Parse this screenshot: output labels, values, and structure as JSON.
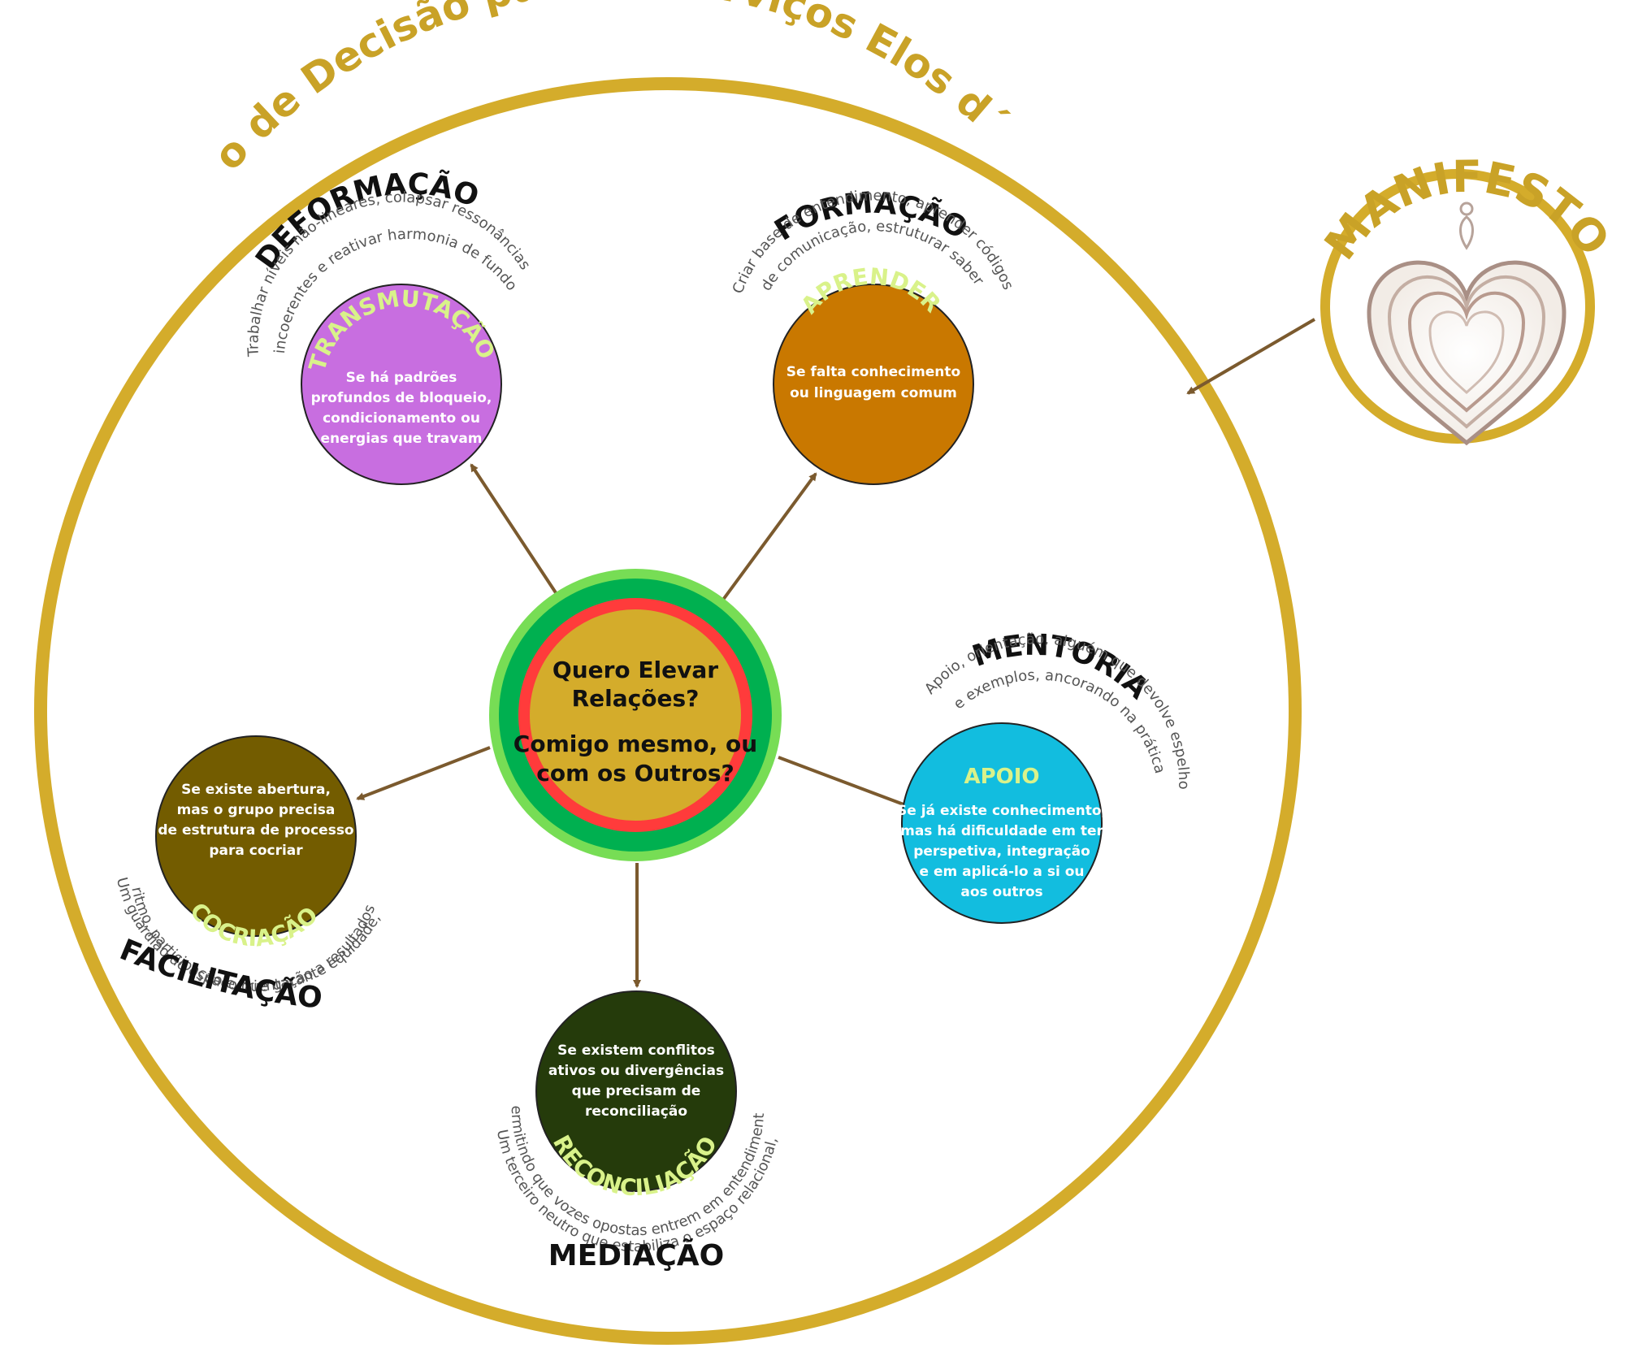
{
  "title": "Fluxo de Decisão para os serviços Elos d´Eros",
  "colors": {
    "gold": "#d4ac2b",
    "title_gold": "#c9a227",
    "arrow": "#7b5a2e",
    "label_green": "#d9f28a",
    "desc_gray": "#555555",
    "center_outer": "#77dd55",
    "center_green": "#00b050",
    "center_red": "#ff3b3b",
    "center_core": "#d4ac2b"
  },
  "center": {
    "line1": "Quero Elevar",
    "line2": "Relações?",
    "line3": "Comigo mesmo, ou",
    "line4": "com os Outros?"
  },
  "manifesto": {
    "label": "MANIFESTO",
    "icon": "heart-icon"
  },
  "services": [
    {
      "id": "deformacao",
      "service": "DEFORMAÇÃO",
      "description_lines": [
        "Trabalhar níveis não-lineares, colapsar ressonâncias",
        "incoerentes e reativar harmonia de fundo"
      ],
      "label": "TRANSMUTAÇÃO",
      "condition_lines": [
        "Se há padrões",
        "profundos de bloqueio,",
        "condicionamento ou",
        "energias que travam"
      ],
      "color": "#c86ee0"
    },
    {
      "id": "formacao",
      "service": "FORMAÇÃO",
      "description_lines": [
        "Criar base de entendimento, aprender códigos",
        "de comunicação, estruturar saber"
      ],
      "label": "APRENDER",
      "condition_lines": [
        "Se falta conhecimento",
        "ou linguagem comum"
      ],
      "color": "#c97800"
    },
    {
      "id": "mentoria",
      "service": "MENTORIA",
      "description_lines": [
        "Apoio, orientação, alguém que devolve espelho",
        "e exemplos, ancorando na prática"
      ],
      "label": "APOIO",
      "condition_lines": [
        "Se já existe conhecimento,",
        "mas há dificuldade em ter",
        "perspetiva, integração",
        "e em aplicá-lo a si ou",
        "aos outros"
      ],
      "color": "#12bddf"
    },
    {
      "id": "mediacao",
      "service": "MEDIAÇÃO",
      "description_lines": [
        "Um terceiro neutro que estabiliza o espaço relacional,",
        "permitindo que vozes opostas entrem em entendimento"
      ],
      "label": "RECONCILIAÇÃO",
      "condition_lines": [
        "Se existem conflitos",
        "ativos ou divergências",
        "que precisam de",
        "reconciliação"
      ],
      "color": "#253b0b"
    },
    {
      "id": "facilitacao",
      "service": "FACILITAÇÃO",
      "description_lines": [
        "Um guardião do espaço que garante equidade,",
        "ritmo, participação e orientação a resultados"
      ],
      "label": "COCRIAÇÃO",
      "condition_lines": [
        "Se existe abertura,",
        "mas o grupo precisa",
        "de estrutura de processo",
        "para cocriar"
      ],
      "color": "#735c00"
    }
  ]
}
